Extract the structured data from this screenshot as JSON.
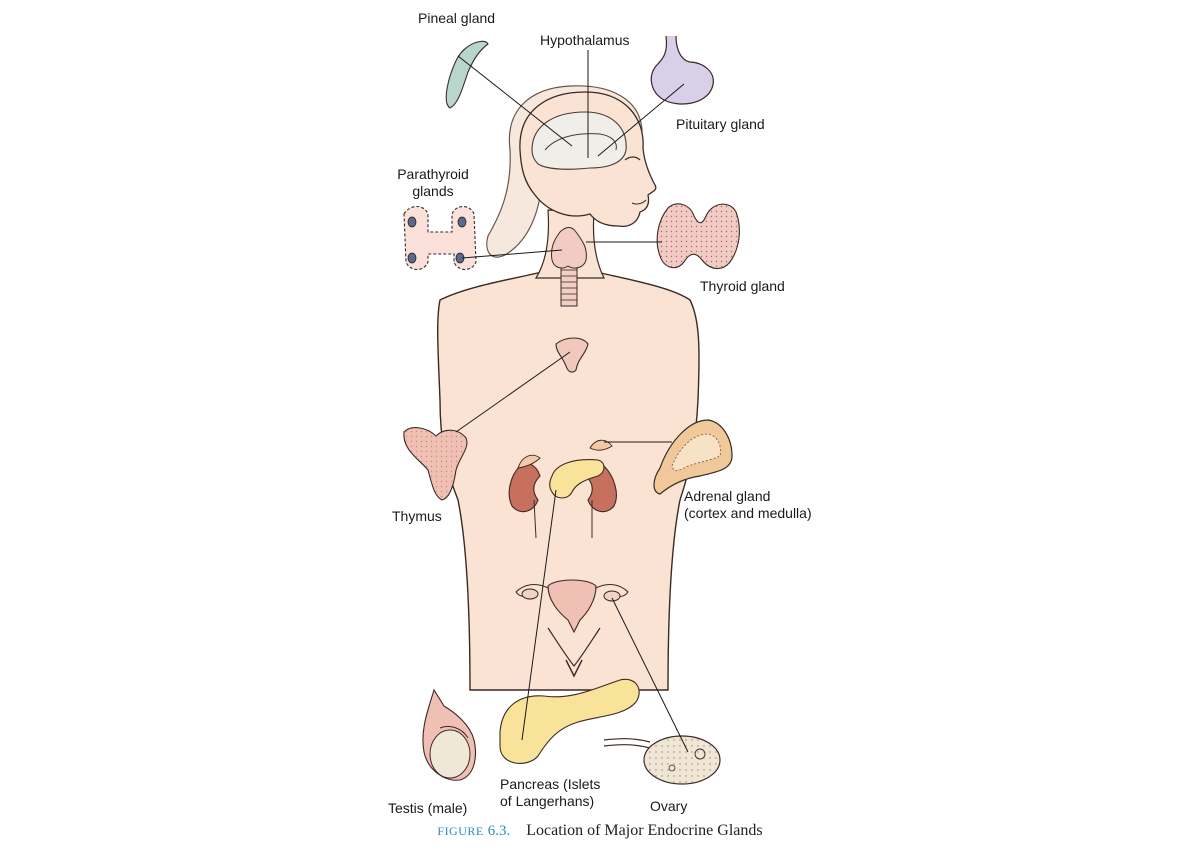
{
  "labels": {
    "pineal": "Pineal gland",
    "hypothalamus": "Hypothalamus",
    "pituitary": "Pituitary gland",
    "parathyroid_1": "Parathyroid",
    "parathyroid_2": "glands",
    "thyroid": "Thyroid gland",
    "thymus": "Thymus",
    "adrenal_1": "Adrenal gland",
    "adrenal_2": "(cortex and medulla)",
    "pancreas_1": "Pancreas (Islets",
    "pancreas_2": "of Langerhans)",
    "testis": "Testis (male)",
    "ovary": "Ovary"
  },
  "caption": {
    "figure_word": "FIGURE",
    "figure_number": "6.3.",
    "text": "Location of Major Endocrine Glands"
  },
  "colors": {
    "skin": "#fbe3d4",
    "outline": "#3a2a24",
    "pituitary": "#d8cfe8",
    "pineal": "#b9d6cc",
    "thyroid": "#f1cbc4",
    "kidney": "#c8705e",
    "pancreas": "#f9e29a",
    "adrenal": "#f0c89a",
    "caption_accent": "#2a8ec2"
  }
}
